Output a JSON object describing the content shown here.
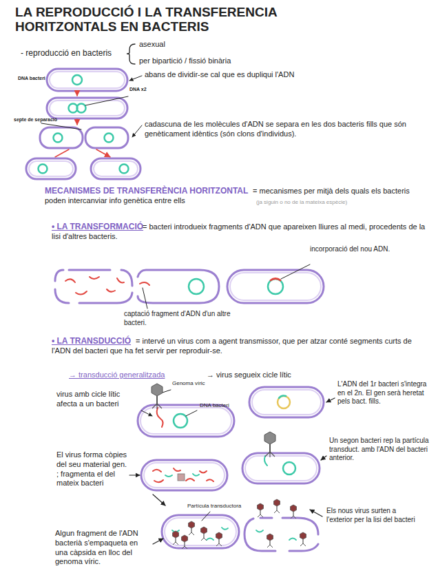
{
  "diagram": {
    "title": "LA REPRODUCCIÓ I LA TRANSFERENCIA HORITZONTALS EN BACTERIS",
    "labels": [
      "- reproducció en bacteris",
      "asexual",
      "per bipartició / fissió binària",
      "DNA bacteri",
      "DNA x2",
      "septe de separació",
      "abans de dividir-se cal que es dupliqui l'ADN",
      "cadascuna de les molècules d'ADN se separa en les dos bacteris fills que són genèticament idèntics (són clons d'individus).",
      "MECANISMES DE TRANSFERÈNCIA HORITZONTAL",
      "= mecanismes per mitjà dels quals els bacteris poden intercanviar info genètica entre ells",
      "(ja siguin o no de la mateixa espècie)",
      "• LA TRANSFORMACIÓ",
      "= bacteri introdueix fragments d'ADN que apareixen lliures al medi, procedents de la lisi d'altres bacteris.",
      "incorporació del nou ADN.",
      "captació fragment d'ADN d'un altre bacteri.",
      "• LA TRANSDUCCIÓ",
      "= intervé un virus com a agent transmissor, que per atzar conté segments curts de l'ADN del bacteri que ha fet servir per reproduir-se.",
      "→ transducció generalitzada",
      "→ virus segueix cicle lític",
      "virus amb cicle lític afecta a un bacteri",
      "Genoma víric",
      "DNA bacteri",
      "L'ADN del 1r bacteri s'integra en el 2n. El gen serà heretat pels bact. fills.",
      "Un segon bacteri rep la partícula transduct. amb l'ADN del bacteri anterior.",
      "El virus forma còpies del seu material gen. ; fragmenta el del mateix bacteri",
      "Partícula transductora",
      "Els nous virus surten a l'exterior per la lisi del bacteri",
      "Algun fragment de l'ADN bacterià s'empaqueta en una càpsida en lloc del genoma víric."
    ]
  }
}
